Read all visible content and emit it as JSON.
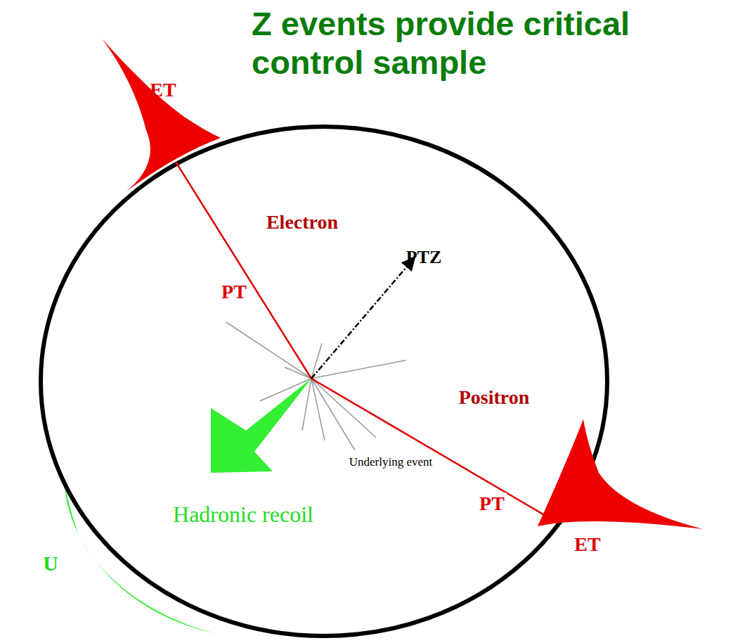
{
  "diagram": {
    "title": "Z events provide critical control sample",
    "labels": [
      "ET",
      "Electron",
      "PT",
      "PTZ",
      "Positron",
      "Underlying event",
      "PT",
      "ET",
      "Hadronic recoil",
      "U"
    ]
  }
}
